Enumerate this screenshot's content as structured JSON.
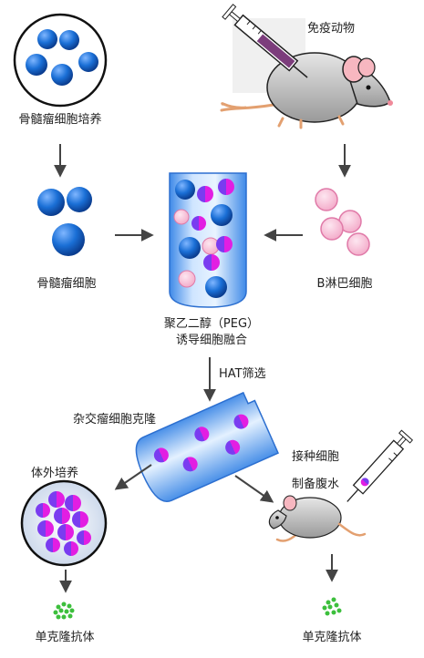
{
  "labels": {
    "myeloma_culture": "骨髓瘤细胞培养",
    "immunize_animal": "免疫动物",
    "myeloma_cells": "骨髓瘤细胞",
    "b_cells": "B淋巴细胞",
    "fusion_line1": "聚乙二醇（PEG）",
    "fusion_line2": "诱导细胞融合",
    "hat_screen": "HAT筛选",
    "hybridoma_clone": "杂交瘤细胞克隆",
    "in_vitro_culture": "体外培养",
    "inject_line1": "接种细胞",
    "inject_line2": "制备腹水",
    "mab_left": "单克隆抗体",
    "mab_right": "单克隆抗体"
  },
  "colors": {
    "myeloma_blue": "#1a6fd6",
    "b_cell_pink": "#f6b3cf",
    "hybrid_magenta": "#e21ee2",
    "hybrid_purple": "#7a3cf0",
    "antibody_green": "#3cbf3c",
    "arrow": "#444444"
  }
}
